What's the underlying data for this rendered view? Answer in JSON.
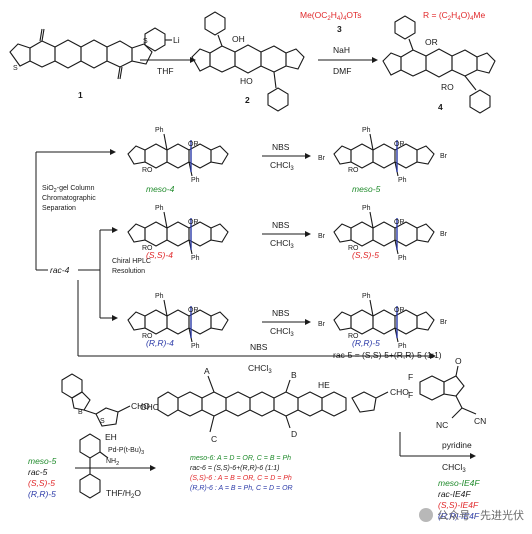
{
  "scheme": {
    "row1": {
      "reagent1": "Li",
      "cond1": "THF",
      "compound1": "1",
      "compound2": "2",
      "oh1": "OH",
      "oh2": "HO",
      "reagent2_line1": "Me(OC",
      "reagent2_sub1": "2",
      "reagent2_mid": "H",
      "reagent2_sub2": "4",
      "reagent2_tail": ")",
      "reagent2_sub3": "4",
      "reagent2_end": "OTs",
      "reagent2_num": "3",
      "cond2a": "NaH",
      "cond2b": "DMF",
      "r_def": "R = (C",
      "r_sub1": "2",
      "r_mid": "H",
      "r_sub2": "4",
      "r_tail": "O)",
      "r_sub3": "4",
      "r_end": "Me",
      "compound4": "4",
      "or_top": "OR",
      "ro_bot": "RO",
      "s": "S"
    },
    "separation": {
      "line1": "SiO",
      "sub": "2",
      "line1b": "-gel Column",
      "line2": "Chromatographic",
      "line3": "Separation",
      "hplc1": "Chiral HPLC",
      "hplc2": "Resolution",
      "rac4": "rac-4"
    },
    "rows": [
      {
        "label": "meso-4",
        "product": "meso-5",
        "cls": "green"
      },
      {
        "label": "(S,S)-4",
        "product": "(S,S)-5",
        "cls": "red"
      },
      {
        "label": "(R,R)-4",
        "product": "(R,R)-5",
        "cls": "blue"
      }
    ],
    "nbs": "NBS",
    "chcl3": "CHCl",
    "chcl3_sub": "3",
    "ph": "Ph",
    "br": "Br",
    "or": "OR",
    "ro": "RO",
    "rac5_eq": "rac-5 = (S,S)-5+(R,R)-5 (1:1)",
    "bottom": {
      "boron": "B",
      "o": "O",
      "cho": "CHO",
      "eh": "EH",
      "ohc": "OHC",
      "s": "S",
      "list": [
        "meso-5",
        "rac-5",
        "(S,S)-5",
        "(R,R)-5"
      ],
      "catalyst_pd": "Pd-P(t-Bu)",
      "catalyst_sub": "3",
      "catalyst_nh": "NH",
      "catalyst_nh_sub": "2",
      "solvent": "THF/H",
      "solvent_sub": "2",
      "solvent_end": "O",
      "letters": [
        "A",
        "B",
        "C",
        "D"
      ],
      "defs": [
        "meso-6: A = D = OR, C = B = Ph",
        "rac-6 = (S,S)-6+(R,R)-6 (1:1)",
        "(S,S)-6 : A = B = OR, C = D = Ph",
        "(R,R)-6 : A = B = Ph, C = D = OR"
      ],
      "he": "HE",
      "f": "F",
      "o_top": "O",
      "nc": "NC",
      "cn": "CN",
      "pyridine": "pyridine",
      "chcl3": "CHCl",
      "chcl3_sub": "3",
      "ie_list": [
        "meso-IE4F",
        "rac-IE4F",
        "(S,S)-IE4F",
        "(R,R)-IE4F"
      ]
    }
  },
  "watermark": {
    "text": "公众号 · 先进光伏"
  },
  "colors": {
    "ink": "#1a1a1a",
    "red": "#e0282a",
    "blue": "#2b3aa8",
    "green": "#1e8a2a"
  }
}
